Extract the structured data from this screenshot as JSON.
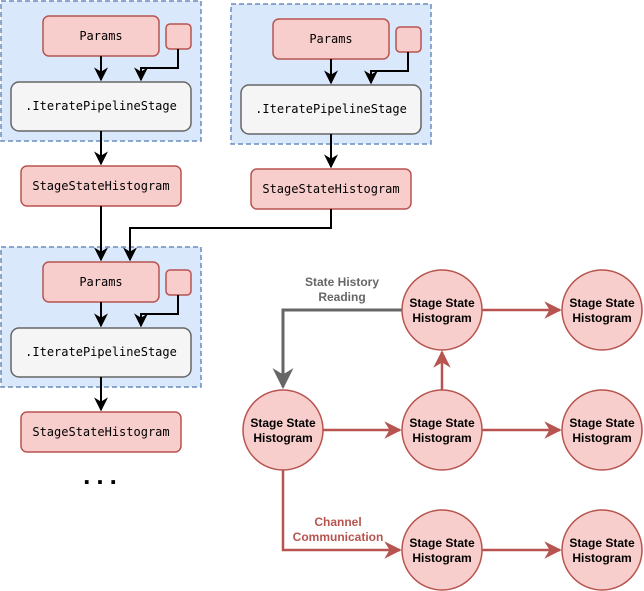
{
  "colors": {
    "group_fill": "#dae8fc",
    "group_stroke": "#6c8ebf",
    "red_fill": "#f8cecc",
    "red_stroke": "#b85450",
    "stage_fill": "#f5f5f5",
    "stage_stroke": "#666666",
    "black": "#000000",
    "red_arrow": "#b85450",
    "gray_arrow": "#666666"
  },
  "pipeline": {
    "params_label": "Params",
    "stage_label": ".IteratePipelineStage",
    "histogram_label": "StageStateHistogram",
    "ellipsis": "..."
  },
  "graph": {
    "node_label_line1": "Stage State",
    "node_label_line2": "Histogram",
    "edge_labels": {
      "reading_line1": "State History",
      "reading_line2": "Reading",
      "comm_line1": "Channel",
      "comm_line2": "Communication"
    }
  }
}
